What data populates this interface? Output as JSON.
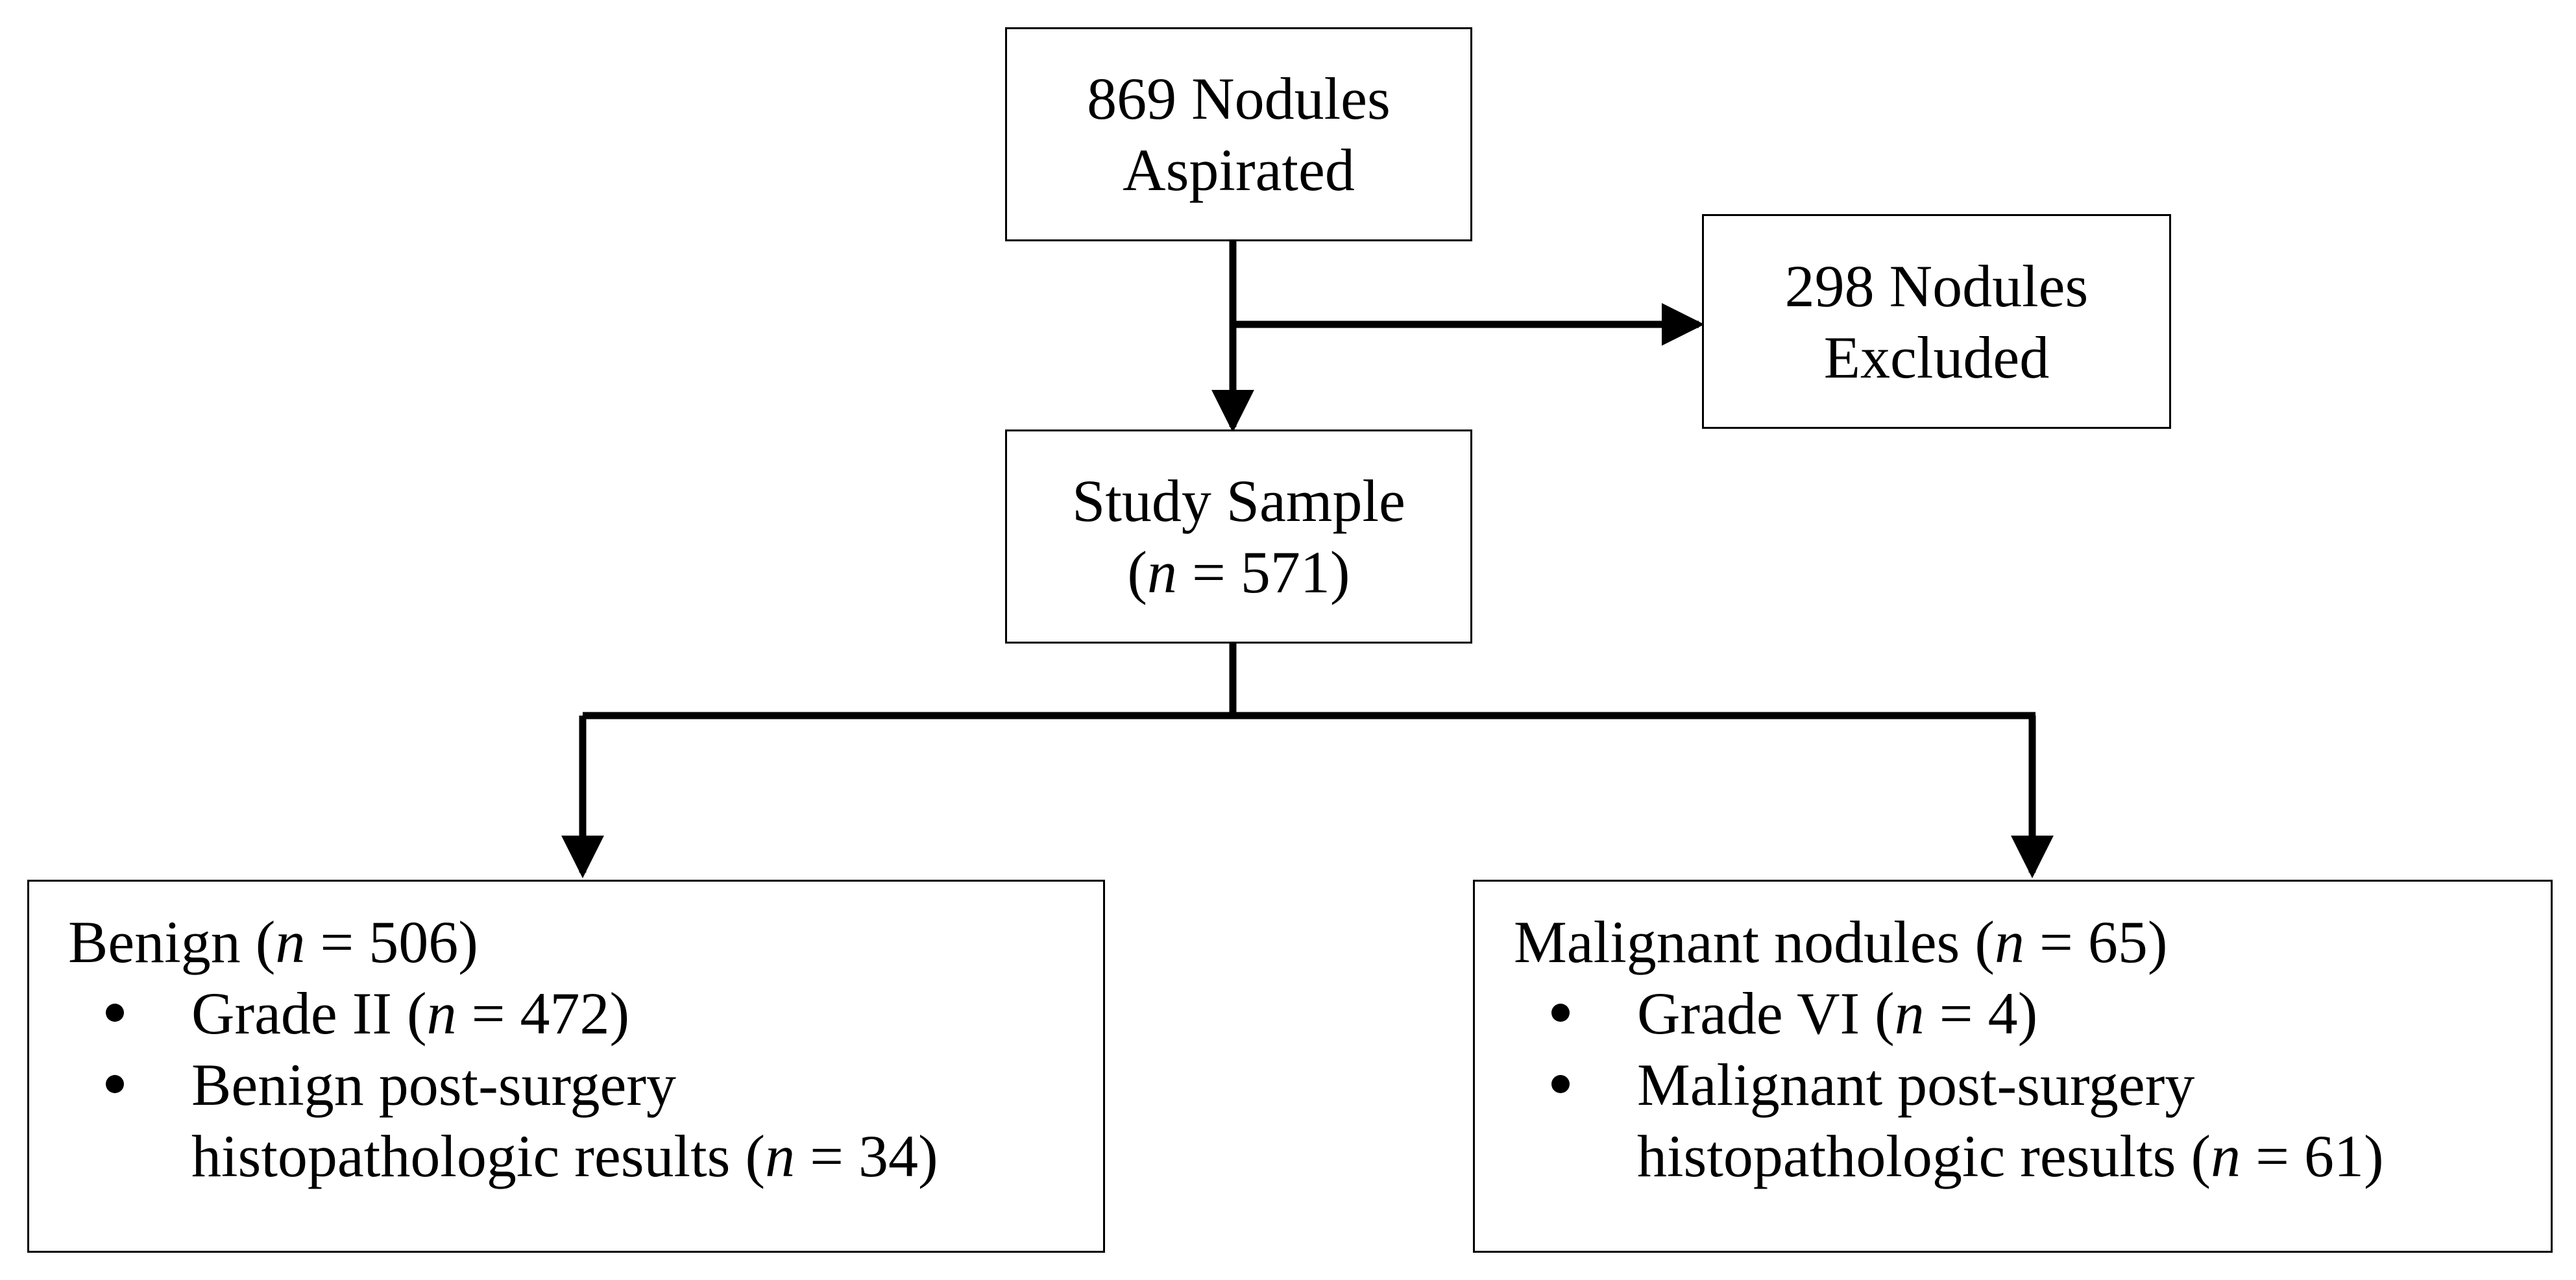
{
  "flow": {
    "aspirated": {
      "line1": "869 Nodules",
      "line2": "Aspirated"
    },
    "excluded": {
      "line1": "298 Nodules",
      "line2": "Excluded"
    },
    "study_sample": {
      "line1": "Study Sample",
      "line2": {
        "open": "(",
        "n": "n",
        "rest": " = 571)"
      }
    },
    "benign": {
      "header": {
        "label": "Benign (",
        "n": "n",
        "rest": " = 506)"
      },
      "items": [
        {
          "lines": [
            {
              "label": "Grade II (",
              "n": "n",
              "rest": " = 472)"
            }
          ]
        },
        {
          "lines": [
            {
              "label": "Benign post-surgery"
            },
            {
              "label": "histopathologic results (",
              "n": "n",
              "rest": " = 34)"
            }
          ]
        }
      ]
    },
    "malignant": {
      "header": {
        "label": "Malignant nodules (",
        "n": "n",
        "rest": " = 65)"
      },
      "items": [
        {
          "lines": [
            {
              "label": "Grade VI (",
              "n": "n",
              "rest": " = 4)"
            }
          ]
        },
        {
          "lines": [
            {
              "label": "Malignant post-surgery"
            },
            {
              "label": "histopathologic results (",
              "n": "n",
              "rest": " = 61)"
            }
          ]
        }
      ]
    }
  }
}
